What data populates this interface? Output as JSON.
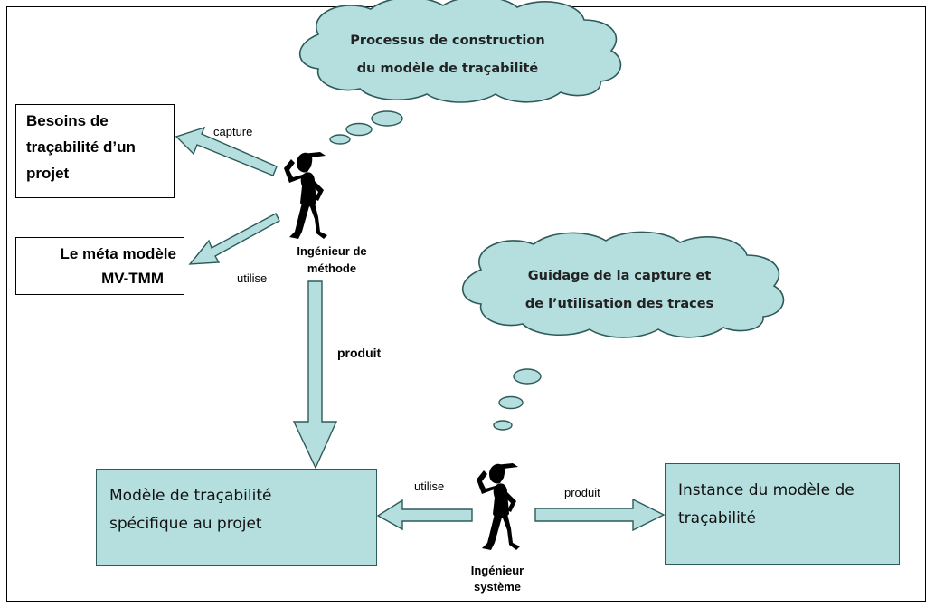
{
  "clouds": {
    "top": {
      "line1": "Processus de construction",
      "line2": "du modèle de traçabilité"
    },
    "bottom": {
      "line1": "Guidage de la capture et",
      "line2": "de l’utilisation des traces"
    }
  },
  "boxes": {
    "besoins": {
      "line1": "Besoins de",
      "line2": "traçabilité d’un",
      "line3": "projet"
    },
    "meta": {
      "line1": "Le méta modèle",
      "line2": "MV-TMM"
    },
    "modele": {
      "line1": "Modèle de traçabilité",
      "line2": "spécifique au projet"
    },
    "instance": {
      "line1": "Instance  du modèle de",
      "line2": "traçabilité"
    }
  },
  "actors": {
    "methode": {
      "line1": "Ingénieur de",
      "line2": "méthode"
    },
    "systeme": {
      "line1": "Ingénieur",
      "line2": "système"
    }
  },
  "arrows": {
    "capture": "capture",
    "utilise_meta": "utilise",
    "produit_vertical": "produit",
    "utilise_modele": "utilise",
    "produit_instance": "produit"
  },
  "colors": {
    "cloud_fill": "#b5dede",
    "cloud_stroke": "#2e5a5a",
    "box_fill": "#b5dede"
  }
}
